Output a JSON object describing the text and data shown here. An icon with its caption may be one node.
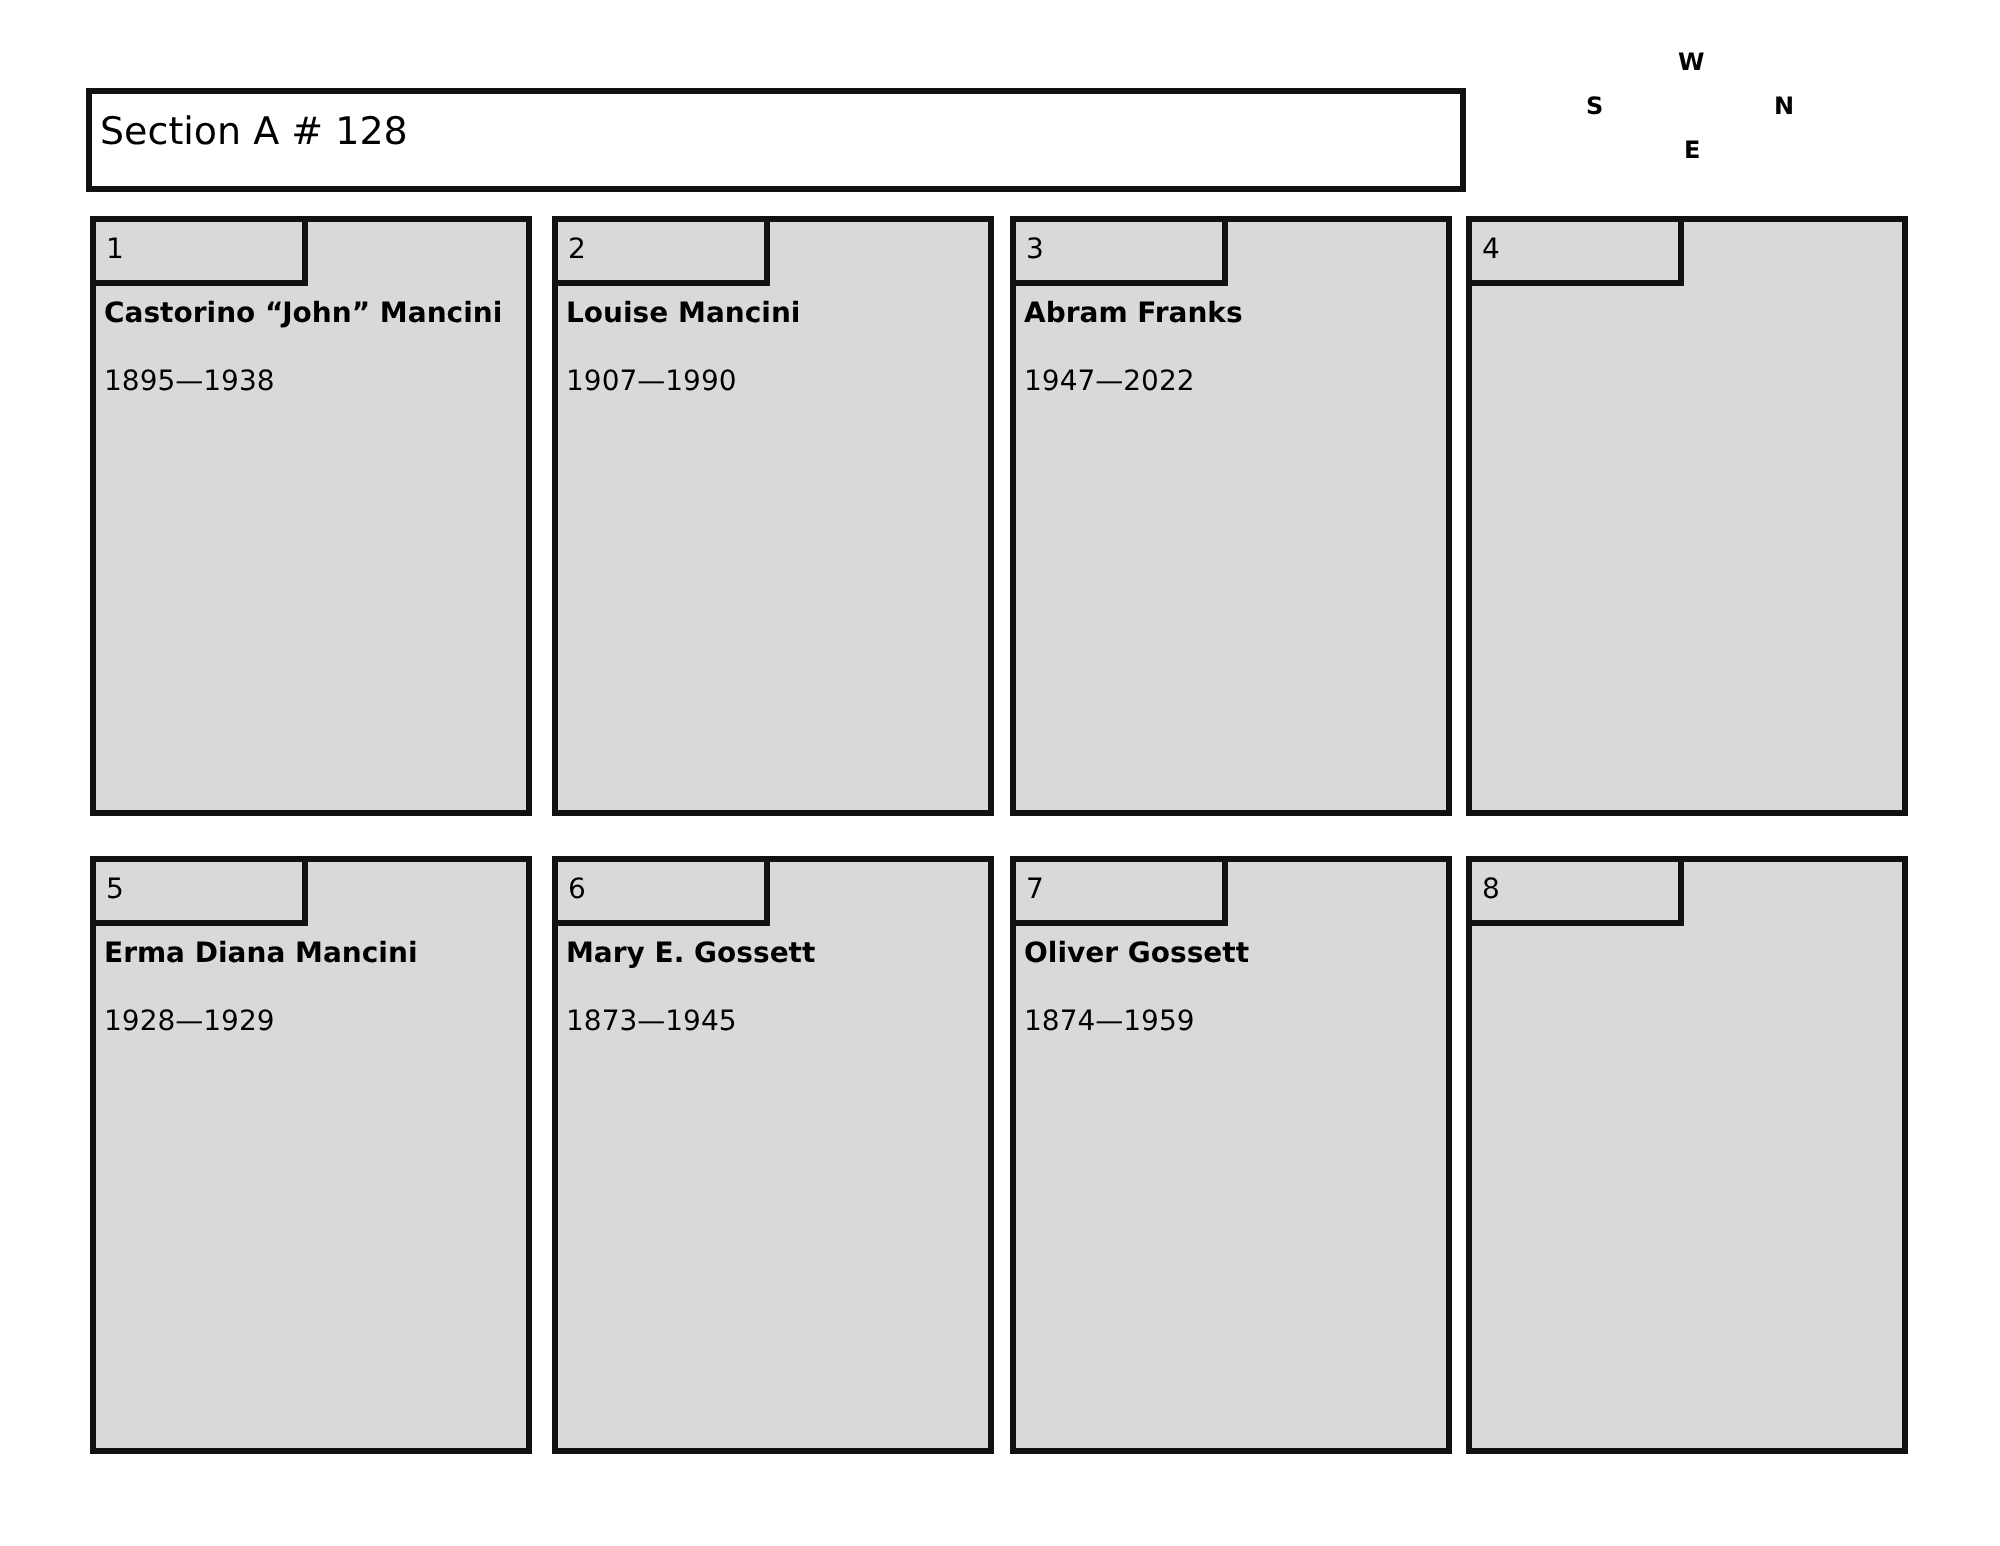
{
  "diagram": {
    "nodes": [
      {
        "text": [
          "Section A # 128"
        ]
      },
      {
        "text": [
          "Castorino “John” Mancini",
          "1895—1938"
        ]
      },
      {
        "text": [
          "1"
        ],
        "in": 1
      },
      {
        "text": [
          "Louise Mancini",
          "1907—1990"
        ]
      },
      {
        "text": [
          "2"
        ],
        "in": 3
      },
      {
        "text": [
          "Abram Franks",
          "1947—2022"
        ]
      },
      {
        "text": [
          "3"
        ],
        "in": 5
      },
      {
        "text": [],
        "shape": "box"
      },
      {
        "text": [
          "4"
        ],
        "in": 7
      },
      {
        "text": [
          "Erma Diana Mancini",
          "1928—1929"
        ]
      },
      {
        "text": [
          "5"
        ],
        "in": 9
      },
      {
        "text": [
          "Mary E. Gossett",
          "1873—1945"
        ]
      },
      {
        "text": [
          "6"
        ],
        "in": 11
      },
      {
        "text": [
          "Oliver Gossett",
          "1874—1959"
        ]
      },
      {
        "text": [
          "7"
        ],
        "in": 13
      },
      {
        "text": [],
        "shape": "box"
      },
      {
        "text": [
          "8"
        ],
        "in": 15
      }
    ],
    "edges": [],
    "labels": [
      "W",
      "S",
      "N",
      "E"
    ]
  }
}
